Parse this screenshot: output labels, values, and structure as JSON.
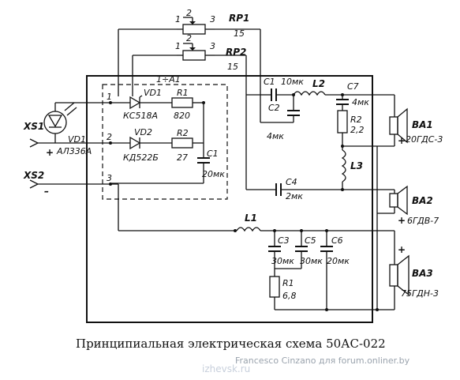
{
  "caption": "Принципиальная электрическая схема 50АС-022",
  "watermark_site": "izhevsk.ru",
  "watermark_author": "Francesco Cinzano для forum.onliner.by",
  "labels": {
    "pin1_top": "1",
    "pin2_top_rp1": "2",
    "pin3_top_rp1": "3",
    "rp1": "RP1",
    "rp1_val": "15",
    "pin1_rp2": "1",
    "pin2_rp2": "2",
    "pin3_rp2": "3",
    "rp2": "RP2",
    "rp2_val": "15",
    "a1": "1÷A1",
    "vd1": "VD1",
    "vd1_type": "КС518А",
    "vd2": "VD2",
    "vd2_type": "КД522Б",
    "r1_a": "R1",
    "r1_a_val": "820",
    "r2_a": "R2",
    "r2_a_val": "27",
    "c1_a": "C1",
    "c1_a_val": "20мк",
    "xs1": "XS1",
    "xs2": "XS2",
    "led": "VD1",
    "led_type": "АЛ336А",
    "plus_left": "+",
    "minus_left": "–",
    "n1": "1",
    "n2": "2",
    "n3": "3",
    "c1": "C1",
    "c1_val": "10мк",
    "l2": "L2",
    "c7": "C7",
    "c7_val": "4мк",
    "c2": "C2",
    "c2_val": "4мк",
    "r2": "R2",
    "r2_val": "2,2",
    "l3": "L3",
    "c4": "C4",
    "c4_val": "2мк",
    "l1": "L1",
    "c3": "C3",
    "c3_val": "30мк",
    "c5": "C5",
    "c5_val": "30мк",
    "c6": "C6",
    "c6_val": "20мк",
    "r1": "R1",
    "r1_val": "6,8",
    "ba1": "BA1",
    "ba1_type": "20ГДС-3",
    "ba2": "BA2",
    "ba2_type": "6ГДВ-7",
    "ba3": "BA3",
    "ba3_type": "75ГДН-3",
    "plus_ba1": "+",
    "plus_ba2": "+",
    "plus_ba3": "+"
  }
}
